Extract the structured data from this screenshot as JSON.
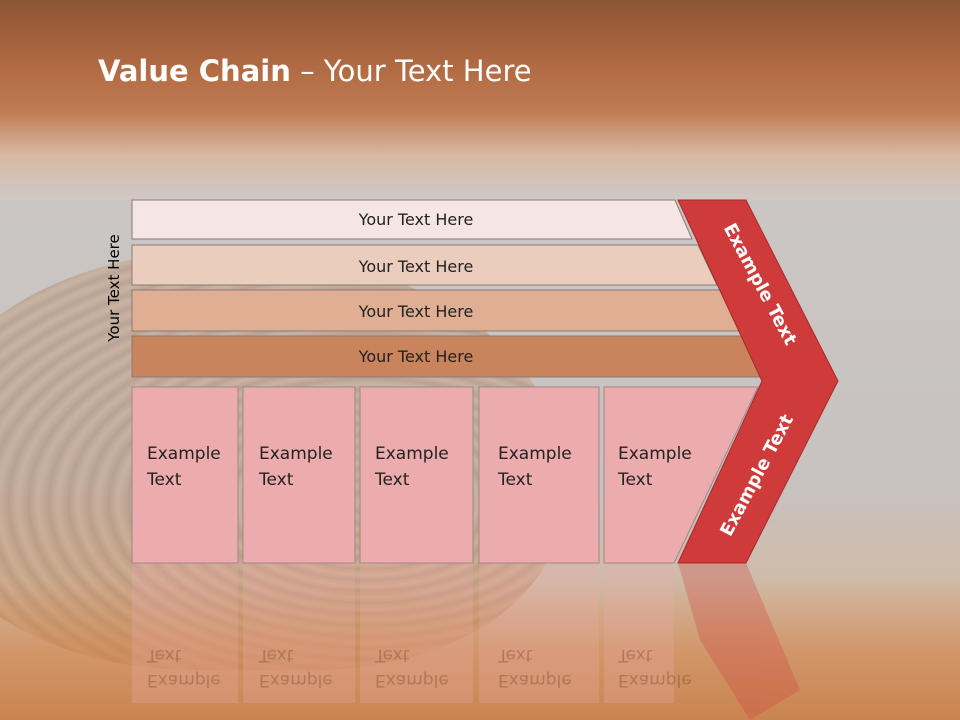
{
  "title": {
    "bold": "Value Chain",
    "rest": " – Your Text Here"
  },
  "side_label": "Your Text Here",
  "bars": [
    {
      "label": "Your Text Here",
      "color": "#f5e6e2"
    },
    {
      "label": "Your Text Here",
      "color": "#ebcdbd"
    },
    {
      "label": "Your Text Here",
      "color": "#dfae93"
    },
    {
      "label": "Your Text Here",
      "color": "#c9845c"
    }
  ],
  "boxes": [
    {
      "line1": "Example",
      "line2": "Text"
    },
    {
      "line1": "Example",
      "line2": "Text"
    },
    {
      "line1": "Example",
      "line2": "Text"
    },
    {
      "line1": "Example",
      "line2": "Text"
    },
    {
      "line1": "Example",
      "line2": "Text"
    }
  ],
  "reflection": [
    "Example",
    "Text"
  ],
  "chevron": {
    "upper_text": "Example Text",
    "lower_text": "Example Text",
    "color": "#cf3a3a"
  },
  "box_color": "#ecacae"
}
